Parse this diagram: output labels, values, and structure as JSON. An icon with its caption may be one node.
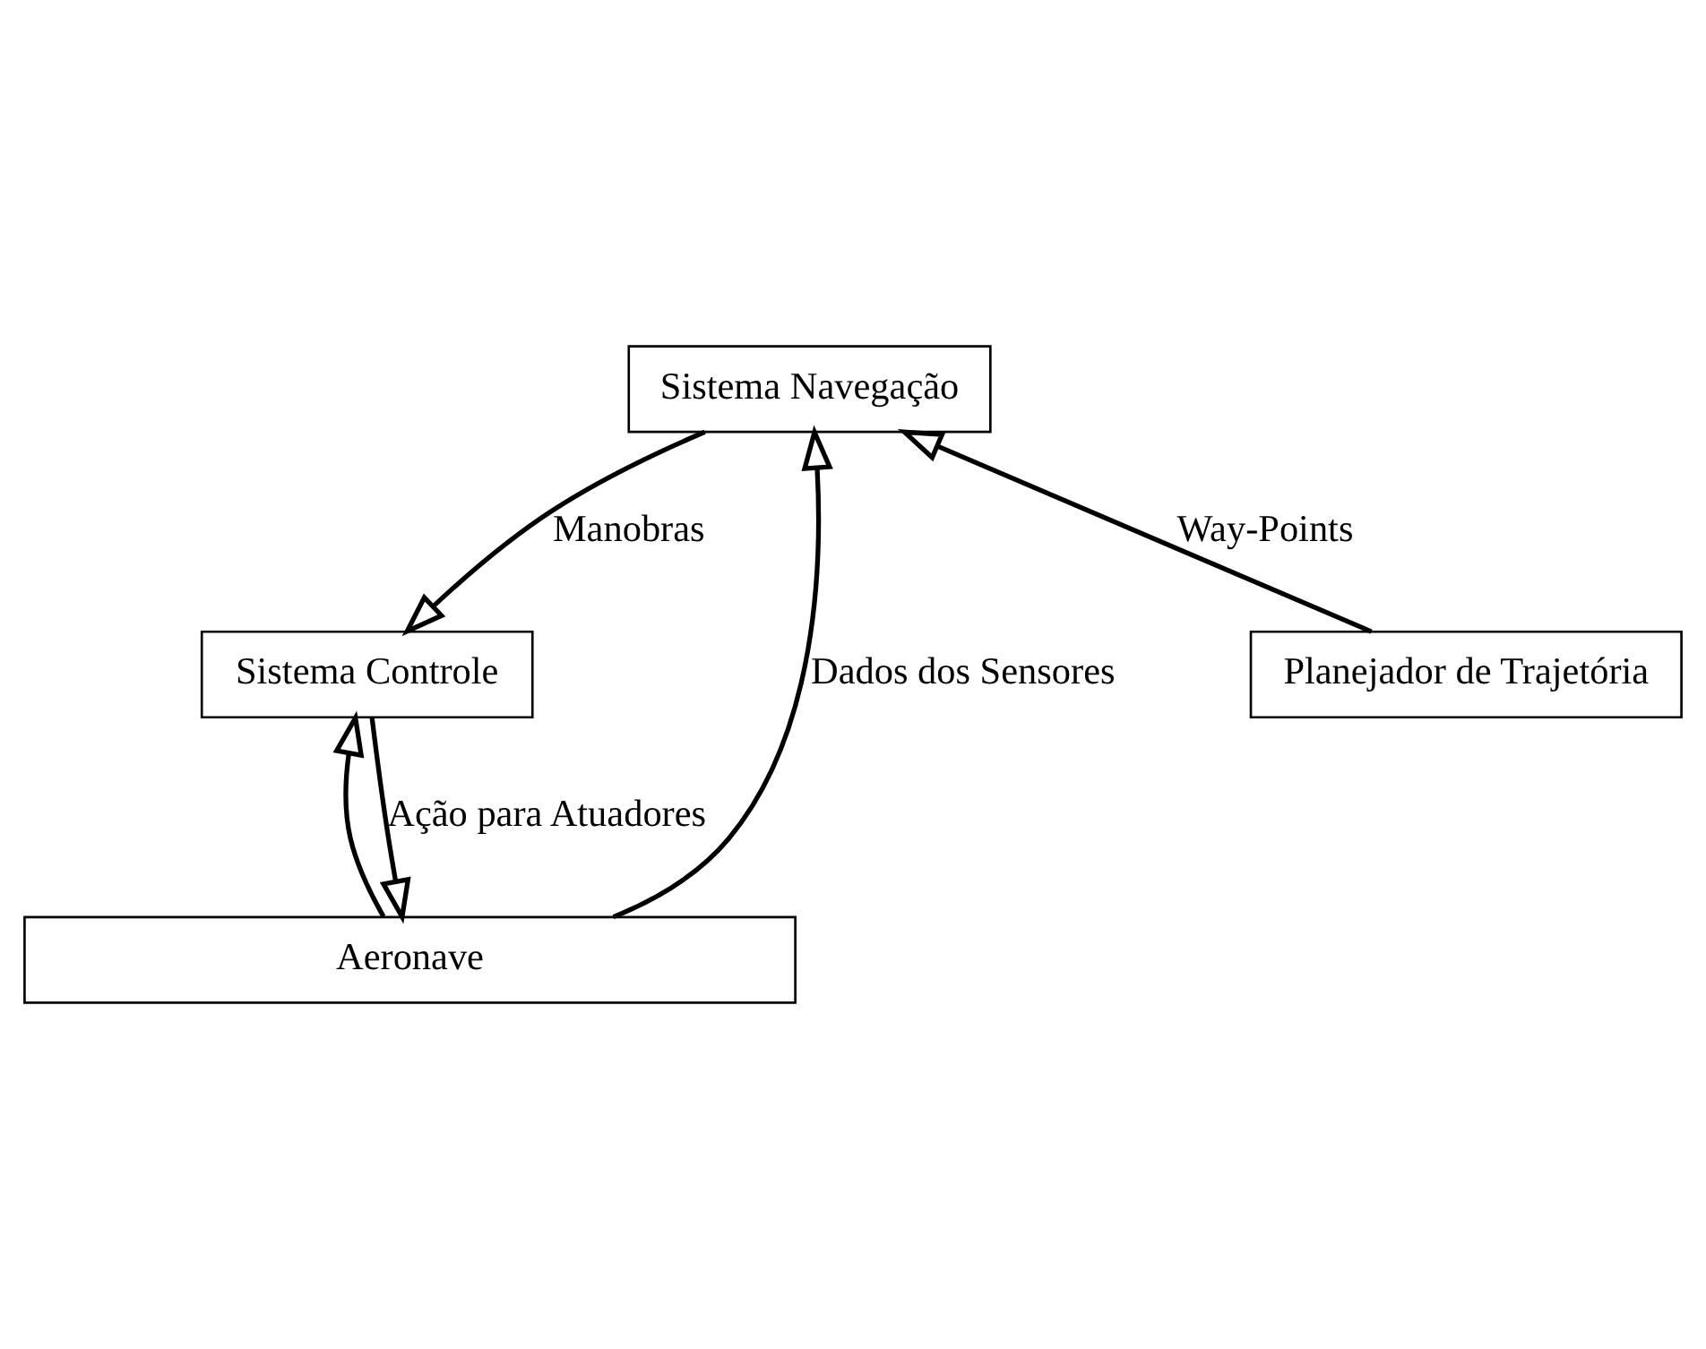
{
  "diagram": {
    "nodes": [
      {
        "text": [
          "Aeronave"
        ]
      },
      {
        "text": [
          "Sistema Controle"
        ]
      },
      {
        "text": [
          "Planejador de Trajetória"
        ]
      },
      {
        "text": [
          "Sistema Navegação"
        ]
      }
    ],
    "edges": [
      {
        "from": 1,
        "to": 0,
        "arrow": "to",
        "label": "Ação para Atuadores"
      },
      {
        "from": 0,
        "to": 1,
        "arrow": "to"
      },
      {
        "from": 0,
        "to": 3,
        "arrow": "to",
        "label": "Dados dos Sensores"
      },
      {
        "from": 3,
        "to": 1,
        "arrow": "to",
        "label": "Manobras"
      },
      {
        "from": 2,
        "to": 3,
        "arrow": "to",
        "label": "Way-Points"
      }
    ]
  }
}
